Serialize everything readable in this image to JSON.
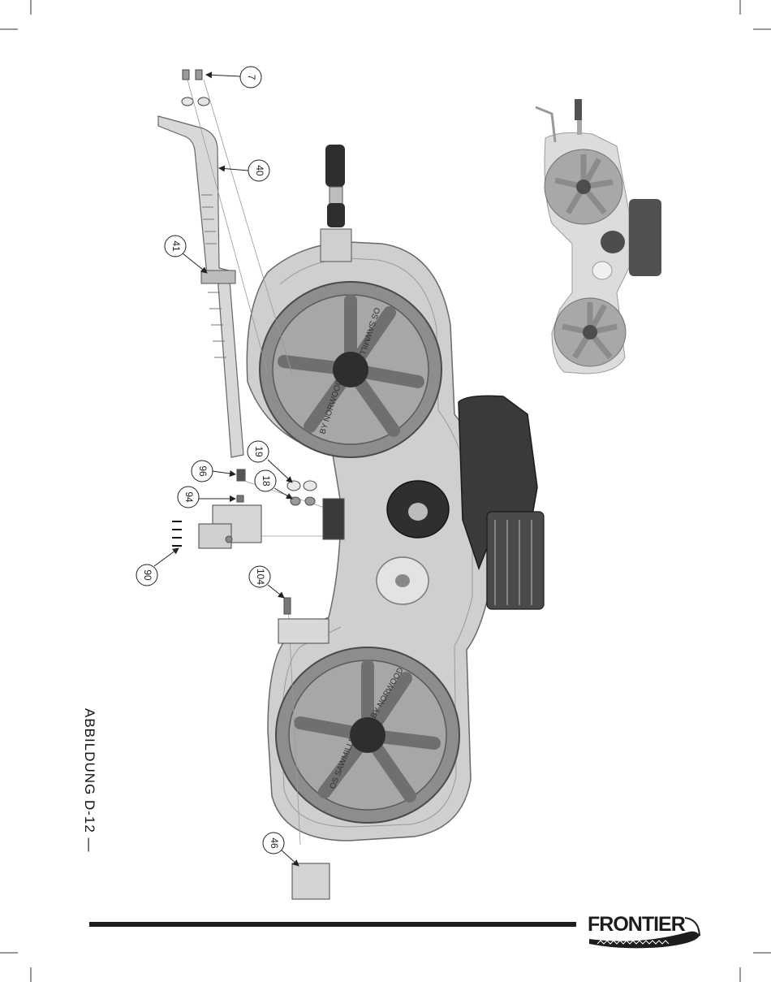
{
  "figure": {
    "title": "ABBILDUNG D-12 —"
  },
  "brand": {
    "logo_text": "FRONTIER"
  },
  "wheel_text": {
    "top_wheel": [
      "OS SAWMILLS",
      "BY NORWOOD"
    ],
    "bottom_wheel": [
      "BY NORWOOD",
      "OS SAWMILLS"
    ]
  },
  "callouts": [
    {
      "id": "c7",
      "label": "7"
    },
    {
      "id": "c40",
      "label": "40"
    },
    {
      "id": "c41",
      "label": "41"
    },
    {
      "id": "c19",
      "label": "19"
    },
    {
      "id": "c96",
      "label": "96"
    },
    {
      "id": "c18",
      "label": "18"
    },
    {
      "id": "c94",
      "label": "94"
    },
    {
      "id": "c90",
      "label": "90"
    },
    {
      "id": "c104",
      "label": "104"
    },
    {
      "id": "c46",
      "label": "46"
    }
  ],
  "colors": {
    "frame": "#c9c9c9",
    "wheel": "#8a8a8a",
    "dark": "#2f2f2f",
    "outline": "#555555"
  }
}
